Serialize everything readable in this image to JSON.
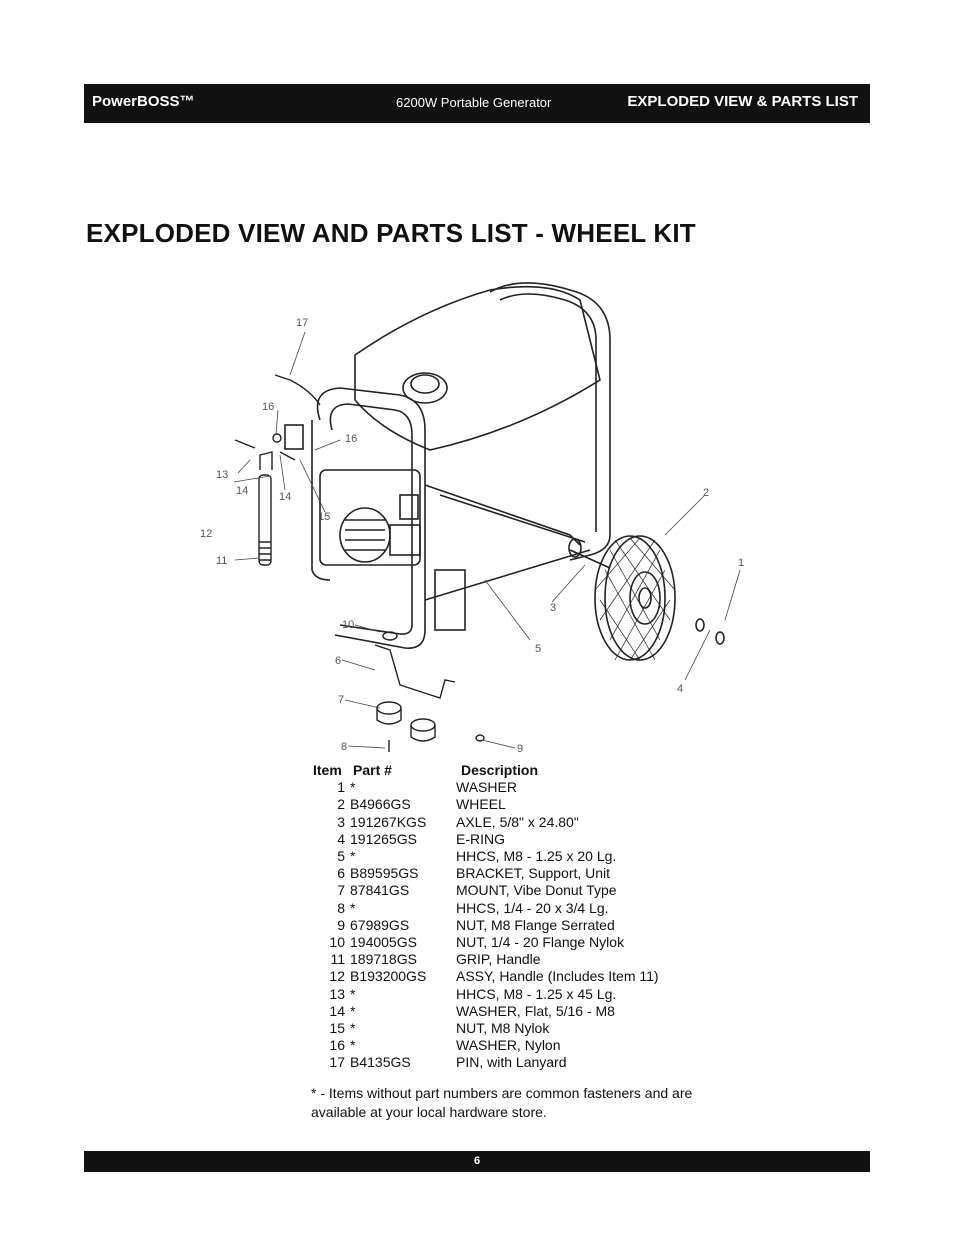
{
  "header": {
    "brand": "PowerBOSS™",
    "subtitle": "6200W Portable Generator",
    "section": "EXPLODED VIEW & PARTS LIST"
  },
  "title": "EXPLODED VIEW AND PARTS LIST - WHEEL KIT",
  "diagram": {
    "callouts": [
      "1",
      "2",
      "3",
      "4",
      "5",
      "6",
      "7",
      "8",
      "9",
      "10",
      "11",
      "12",
      "13",
      "14",
      "14",
      "15",
      "16",
      "16",
      "17"
    ]
  },
  "parts_table": {
    "headers": {
      "item": "Item",
      "part": "Part #",
      "description": "Description"
    },
    "rows": [
      {
        "item": "1",
        "part": "*",
        "description": "WASHER"
      },
      {
        "item": "2",
        "part": "B4966GS",
        "description": "WHEEL"
      },
      {
        "item": "3",
        "part": "191267KGS",
        "description": "AXLE, 5/8\" x 24.80\""
      },
      {
        "item": "4",
        "part": "191265GS",
        "description": "E-RING"
      },
      {
        "item": "5",
        "part": "*",
        "description": "HHCS, M8 - 1.25 x 20 Lg."
      },
      {
        "item": "6",
        "part": "B89595GS",
        "description": "BRACKET, Support, Unit"
      },
      {
        "item": "7",
        "part": "87841GS",
        "description": "MOUNT, Vibe Donut Type"
      },
      {
        "item": "8",
        "part": "*",
        "description": "HHCS, 1/4 - 20 x 3/4 Lg."
      },
      {
        "item": "9",
        "part": "67989GS",
        "description": "NUT, M8 Flange Serrated"
      },
      {
        "item": "10",
        "part": "194005GS",
        "description": "NUT, 1/4 - 20 Flange Nylok"
      },
      {
        "item": "11",
        "part": "189718GS",
        "description": "GRIP, Handle"
      },
      {
        "item": "12",
        "part": "B193200GS",
        "description": "ASSY, Handle (Includes Item 11)"
      },
      {
        "item": "13",
        "part": "*",
        "description": "HHCS, M8 - 1.25 x 45 Lg."
      },
      {
        "item": "14",
        "part": "*",
        "description": "WASHER, Flat, 5/16 - M8"
      },
      {
        "item": "15",
        "part": "*",
        "description": "NUT, M8 Nylok"
      },
      {
        "item": "16",
        "part": "*",
        "description": "WASHER, Nylon"
      },
      {
        "item": "17",
        "part": "B4135GS",
        "description": "PIN, with Lanyard"
      }
    ]
  },
  "footnote": "* - Items without part numbers are common fasteners and are available at your local hardware store.",
  "footer": {
    "page_number": "6"
  }
}
